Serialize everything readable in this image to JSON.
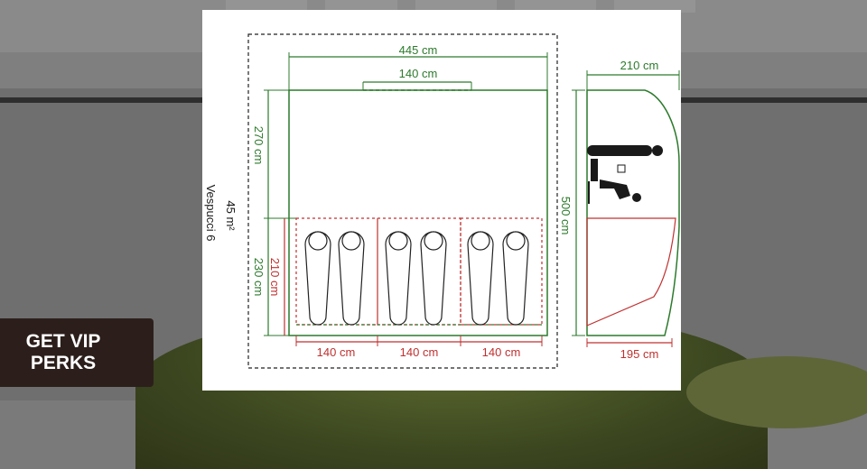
{
  "modal": {
    "product_name": "Vespucci 6",
    "area_label": "45 m²"
  },
  "floorplan": {
    "overall_width": "445 cm",
    "door_width": "140 cm",
    "living_depth": "270 cm",
    "bedroom_depth_outer": "230 cm",
    "bedroom_depth_inner": "210 cm",
    "bedroom_1_width": "140 cm",
    "bedroom_2_width": "140 cm",
    "bedroom_3_width": "140 cm",
    "total_length": "500 cm"
  },
  "side_view": {
    "height": "210 cm",
    "bedroom_length": "195 cm"
  },
  "promo": {
    "button_label": "GET VIP PERKS"
  },
  "colors": {
    "plan_green": "#2c7a2c",
    "bedroom_red": "#c03030",
    "promo_bg": "#2c1f1b"
  }
}
